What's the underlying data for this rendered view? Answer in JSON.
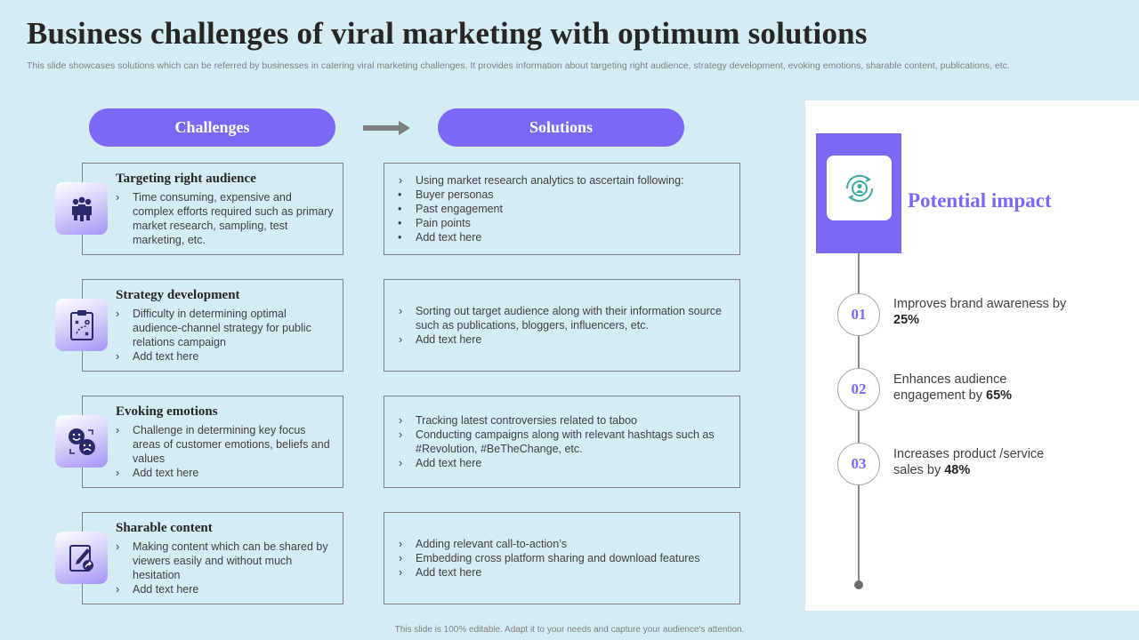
{
  "title": "Business challenges of viral marketing with optimum solutions",
  "subtitle": "This slide showcases solutions which can be referred by businesses in catering viral marketing challenges. It provides information about targeting right audience, strategy development, evoking emotions, sharable content, publications, etc.",
  "headers": {
    "challenges": "Challenges",
    "solutions": "Solutions"
  },
  "rows": [
    {
      "icon": "group-people-icon",
      "heading": "Targeting right audience",
      "challenge_points": [
        "Time consuming, expensive and complex efforts required such as primary market research, sampling, test marketing, etc."
      ],
      "solution_points": [
        "Using market research analytics to ascertain following:"
      ],
      "solution_subpoints": [
        "Buyer personas",
        "Past engagement",
        "Pain points",
        "Add text here"
      ]
    },
    {
      "icon": "strategy-clipboard-icon",
      "heading": "Strategy development",
      "challenge_points": [
        "Difficulty in determining optimal audience-channel strategy for public relations campaign",
        "Add text here"
      ],
      "solution_points": [
        "Sorting out target audience along with their information source such as publications, bloggers, influencers, etc.",
        "Add text here"
      ]
    },
    {
      "icon": "emotions-faces-icon",
      "heading": "Evoking emotions",
      "challenge_points": [
        "Challenge in determining key focus areas of customer emotions, beliefs and values",
        "Add text here"
      ],
      "solution_points": [
        "Tracking latest controversies related to taboo",
        "Conducting campaigns along with relevant hashtags such as #Revolution, #BeTheChange, etc.",
        "Add text here"
      ]
    },
    {
      "icon": "share-edit-icon",
      "heading": "Sharable content",
      "challenge_points": [
        "Making content which can be shared by viewers easily and without much hesitation",
        "Add text here"
      ],
      "solution_points": [
        "Adding relevant call-to-action’s",
        "Embedding cross platform sharing and download features",
        "Add text here"
      ]
    }
  ],
  "impact": {
    "title": "Potential impact",
    "icon": "audience-target-icon",
    "items": [
      {
        "num": "01",
        "text": "Improves brand awareness by ",
        "value": "25%"
      },
      {
        "num": "02",
        "text": "Enhances audience engagement by ",
        "value": "65%"
      },
      {
        "num": "03",
        "text": "Increases product /service sales by ",
        "value": "48%"
      }
    ]
  },
  "footer": "This slide is 100% editable. Adapt it to your needs and capture your audience's attention.",
  "colors": {
    "accent": "#7b68f6",
    "background": "#d4edf4",
    "panel": "#ffffff"
  }
}
